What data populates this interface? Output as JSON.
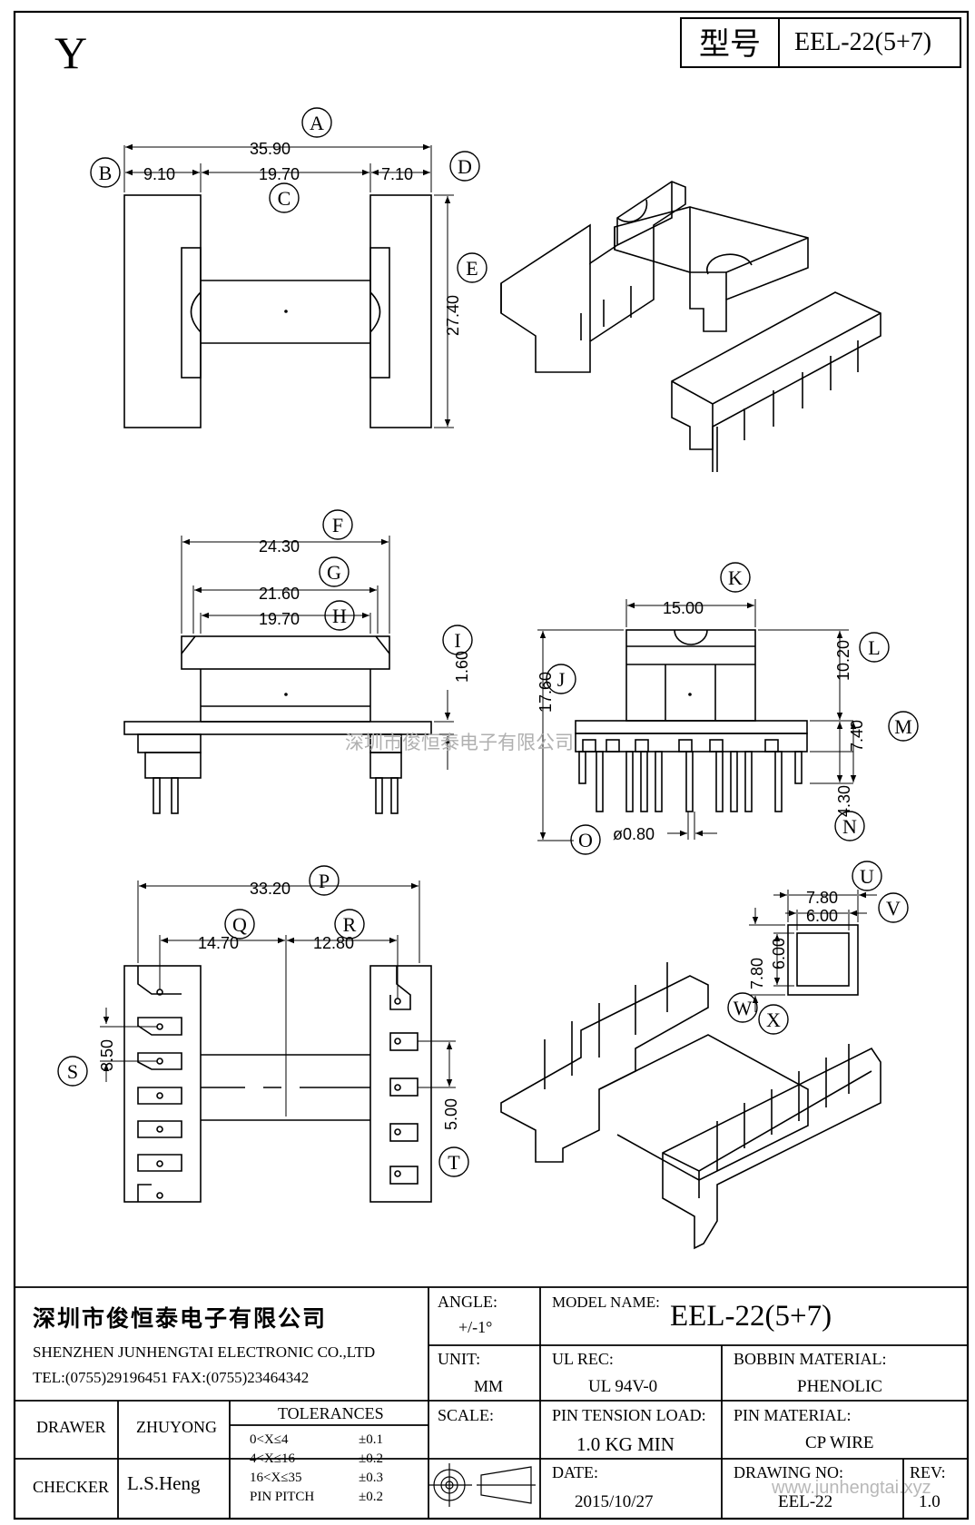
{
  "corner_mark": "Y",
  "header": {
    "model_label": "型号",
    "model_value": "EEL-22(5+7)"
  },
  "dims": {
    "A": "35.90",
    "B": "9.10",
    "C": "19.70",
    "D": "7.10",
    "E": "27.40",
    "F": "24.30",
    "G": "21.60",
    "H": "19.70",
    "I": "1.60",
    "K": "15.00",
    "L": "10.20",
    "J": "17.60",
    "M": "7.40",
    "N": "4.30",
    "O": "ø0.80",
    "P": "33.20",
    "Q": "14.70",
    "R": "12.80",
    "S": "3.50",
    "T": "5.00",
    "U": "7.80",
    "V": "6.00",
    "W": "7.80",
    "X": "6.00"
  },
  "letters": [
    "A",
    "B",
    "C",
    "D",
    "E",
    "F",
    "G",
    "H",
    "I",
    "J",
    "K",
    "L",
    "M",
    "N",
    "O",
    "P",
    "Q",
    "R",
    "S",
    "T",
    "U",
    "V",
    "W",
    "X"
  ],
  "watermark_center": "深圳市俊恒泰电子有限公司",
  "watermark_corner": "www.junhengtai.xyz",
  "title_block": {
    "company_cn": "深圳市俊恒泰电子有限公司",
    "company_en": "SHENZHEN JUNHENGTAI ELECTRONIC CO.,LTD",
    "tel_fax": "TEL:(0755)29196451 FAX:(0755)23464342",
    "angle_label": "ANGLE:",
    "angle_value": "+/-1°",
    "model_name_label": "MODEL NAME:",
    "model_name_value": "EEL-22(5+7)",
    "unit_label": "UNIT:",
    "unit_value": "MM",
    "ul_rec_label": "UL REC:",
    "ul_rec_value": "UL 94V-0",
    "bobbin_material_label": "BOBBIN MATERIAL:",
    "bobbin_material_value": "PHENOLIC",
    "drawer_label": "DRAWER",
    "drawer_value": "ZHUYONG",
    "tolerances_label": "TOLERANCES",
    "tol_rows": [
      {
        "range": "0<X≤4",
        "value": "±0.1"
      },
      {
        "range": "4<X≤16",
        "value": "±0.2"
      },
      {
        "range": "16<X≤35",
        "value": "±0.3"
      },
      {
        "range": "PIN PITCH",
        "value": "±0.2"
      }
    ],
    "scale_label": "SCALE:",
    "pin_tension_label": "PIN TENSION LOAD:",
    "pin_tension_value": "1.0 KG MIN",
    "pin_material_label": "PIN MATERIAL:",
    "pin_material_value": "CP WIRE",
    "checker_label": "CHECKER",
    "checker_value": "L.S.Heng",
    "date_label": "DATE:",
    "date_value": "2015/10/27",
    "drawing_no_label": "DRAWING NO:",
    "drawing_no_value": "EEL-22",
    "rev_label": "REV:",
    "rev_value": "1.0"
  }
}
